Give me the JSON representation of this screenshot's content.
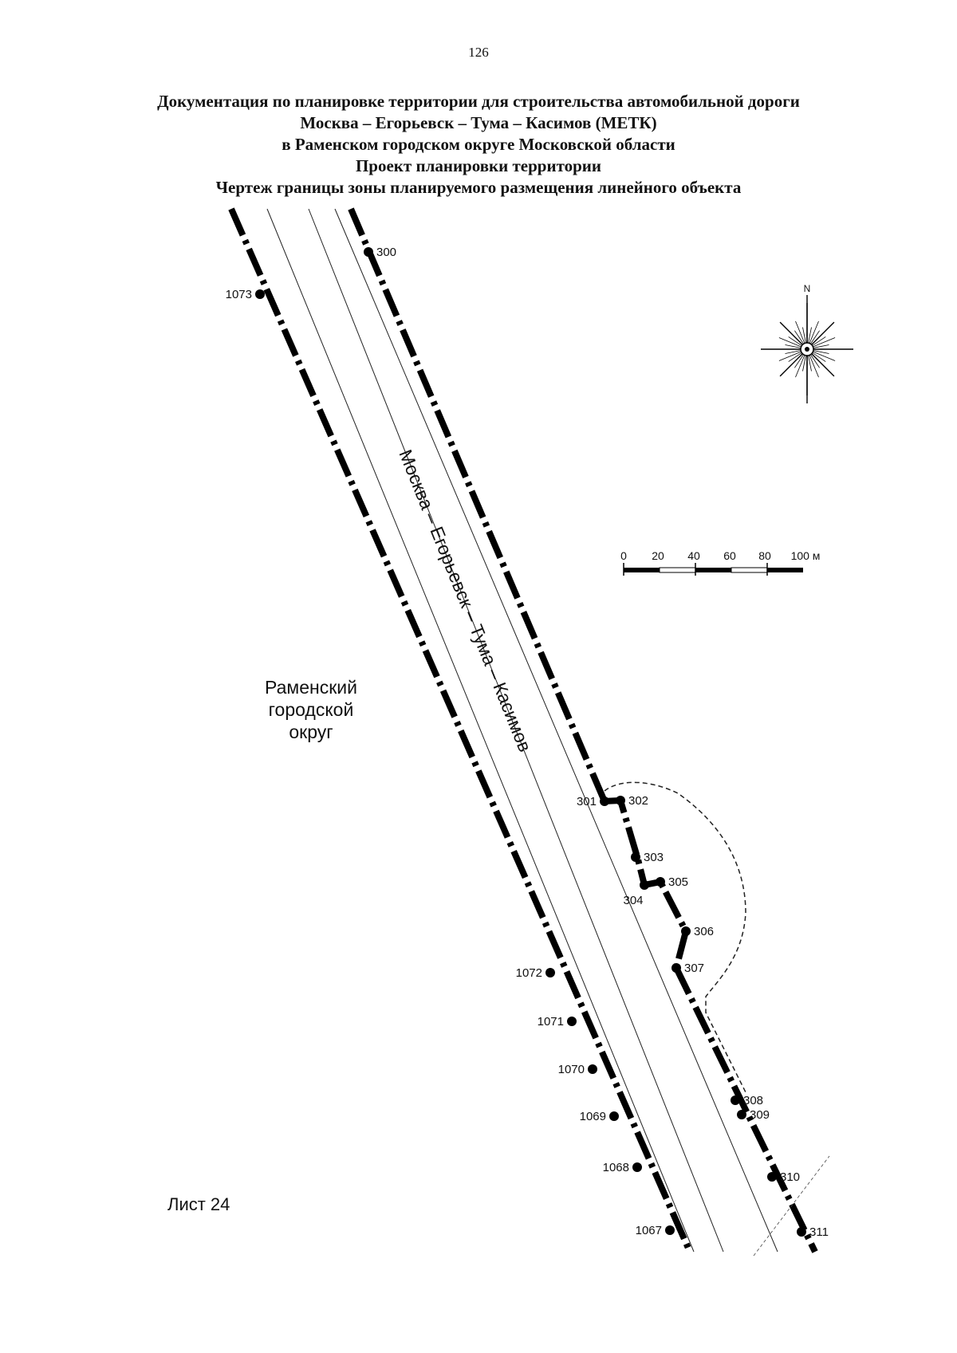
{
  "page": {
    "number": "126",
    "title_lines": [
      "Документация по планировке территории для строительства автомобильной дороги",
      "Москва – Егорьевск – Тума – Касимов (МЕТК)",
      "в Раменском городском округе Московской области",
      "Проект планировки территории",
      "Чертеж границы зоны планируемого размещения линейного объекта"
    ],
    "sheet_label": "Лист 24"
  },
  "map": {
    "road_label": "Москва – Егорьевск – Тума – Касимов",
    "district_label_lines": [
      "Раменский",
      "городской",
      "округ"
    ],
    "compass_north": "N",
    "scale_bar": {
      "labels": [
        "0",
        "20",
        "40",
        "60",
        "80",
        "100 м"
      ]
    },
    "points": [
      "1073",
      "1072",
      "1071",
      "1070",
      "1069",
      "1068",
      "1067",
      "300",
      "301",
      "302",
      "303",
      "304",
      "305",
      "306",
      "307",
      "308",
      "309",
      "310",
      "311"
    ]
  }
}
